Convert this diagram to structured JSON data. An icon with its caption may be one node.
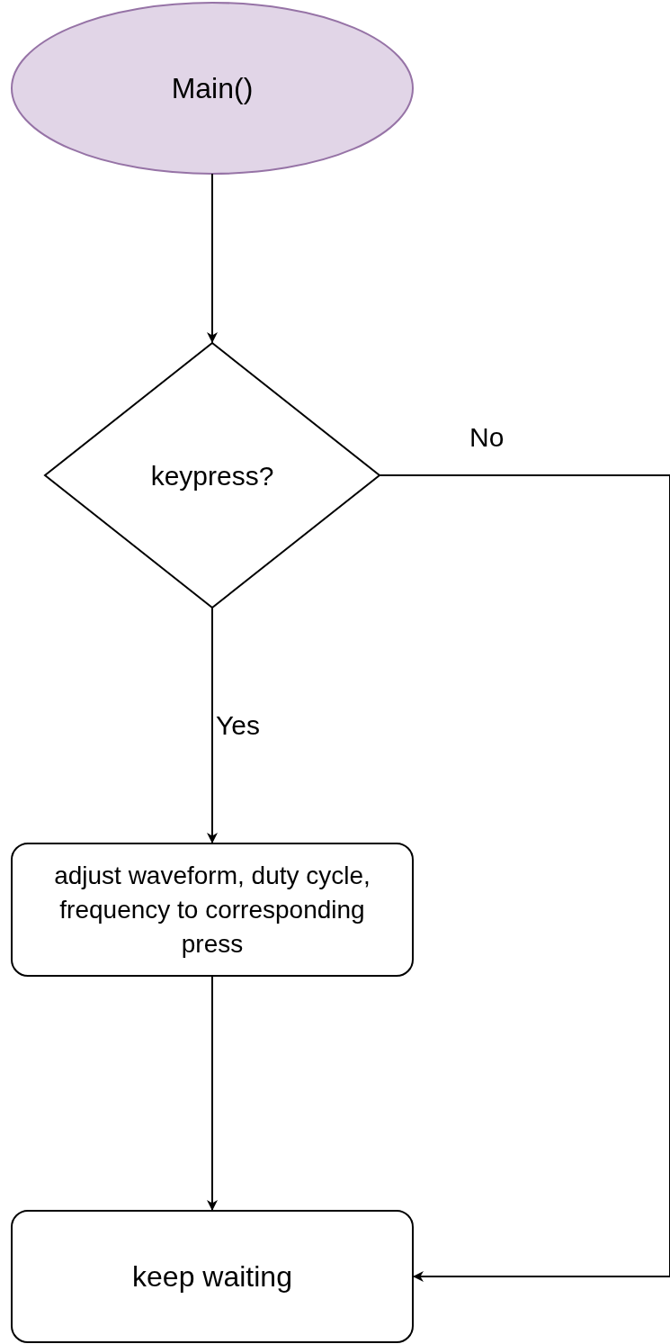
{
  "diagram": {
    "nodes": [
      {
        "text": [
          "Main()"
        ]
      },
      {
        "text": [
          "keypress?"
        ]
      },
      {
        "text": [
          "adjust waveform, duty cycle, frequency to corresponding press"
        ]
      },
      {
        "text": [
          "keep waiting"
        ]
      }
    ],
    "edges": [
      {
        "from": 0,
        "to": 1,
        "arrow": "to"
      },
      {
        "from": 1,
        "to": 2,
        "arrow": "to",
        "label": "Yes"
      },
      {
        "from": 2,
        "to": 3,
        "arrow": "to"
      },
      {
        "from": 1,
        "to": 3,
        "arrow": "to",
        "label": "No"
      }
    ]
  }
}
